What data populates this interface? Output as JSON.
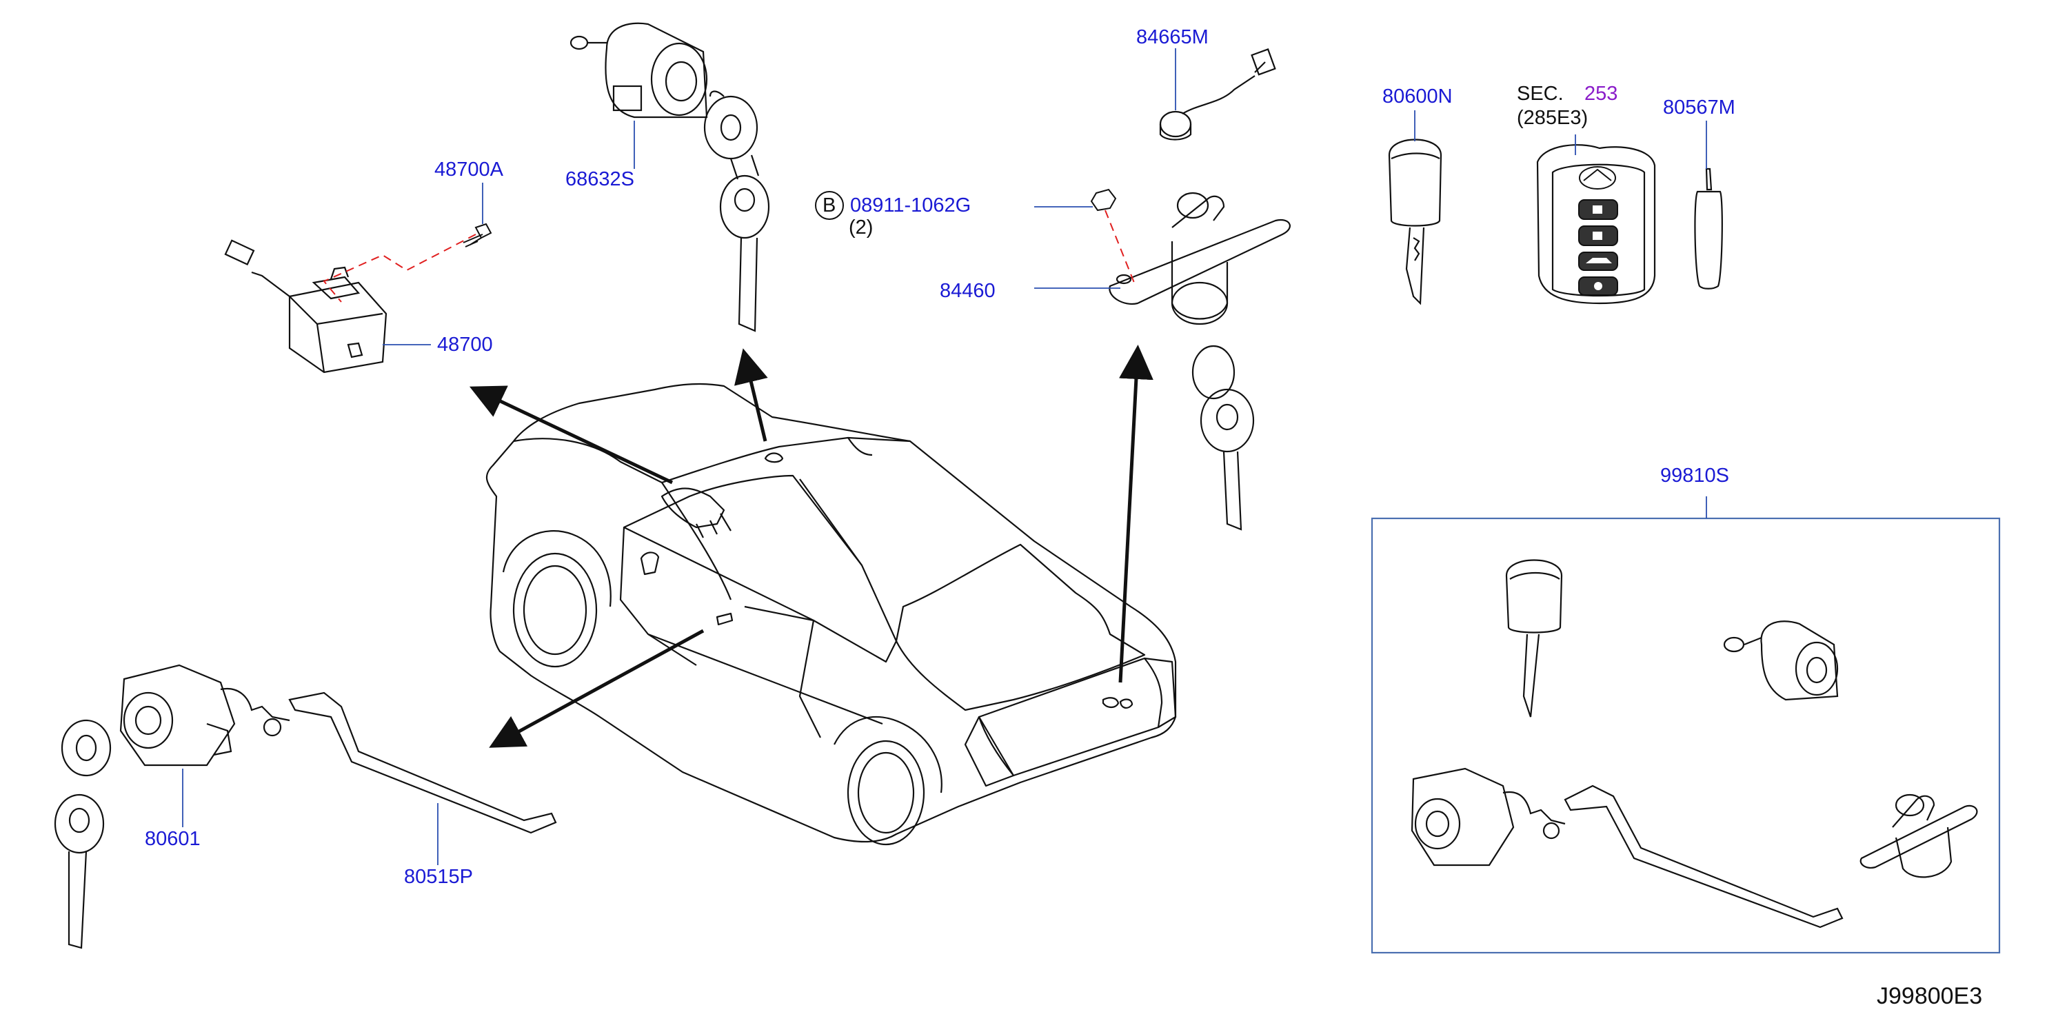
{
  "labels": {
    "p48700A": "48700A",
    "p48700": "48700",
    "p68632S": "68632S",
    "p84665M": "84665M",
    "bolt_circle": "B",
    "p08911": "08911-1062G",
    "p08911_qty": "(2)",
    "p84460": "84460",
    "p80600N": "80600N",
    "sec_prefix": "SEC.",
    "sec_number": "253",
    "sec_sub": "(285E3)",
    "p80567M": "80567M",
    "p99810S": "99810S",
    "p80601": "80601",
    "p80515P": "80515P",
    "diagram_code": "J99800E3"
  },
  "colors": {
    "label_blue": "#1a1ad4",
    "leader_blue": "#2a4fb0",
    "sec_purple": "#8a1cc9",
    "dash_red": "#e02020",
    "line_black": "#111111",
    "kit_box": "#4a6fb0"
  },
  "fob_icons": [
    "infiniti-logo-icon",
    "lock-icon",
    "unlock-icon",
    "trunk-icon",
    "panic-icon"
  ]
}
